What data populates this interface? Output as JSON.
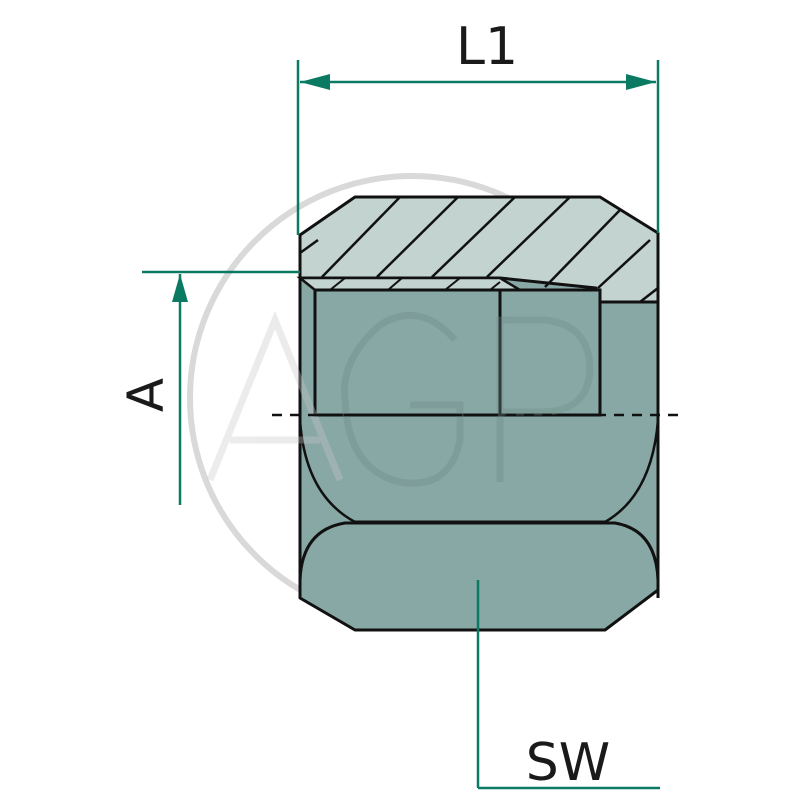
{
  "diagram": {
    "type": "technical-drawing",
    "subject": "cap nut (sectional view)",
    "colors": {
      "dimension_line": "#0b7a62",
      "outline": "#111111",
      "body_fill": "#88a8a5",
      "hatched_fill": "#c3d3d0",
      "watermark": "#c8c8c8"
    },
    "dimensions": {
      "length": {
        "label": "L1"
      },
      "thread": {
        "label": "A"
      },
      "wrench_size": {
        "label": "SW"
      }
    },
    "watermark": {
      "text": "AGP"
    }
  }
}
